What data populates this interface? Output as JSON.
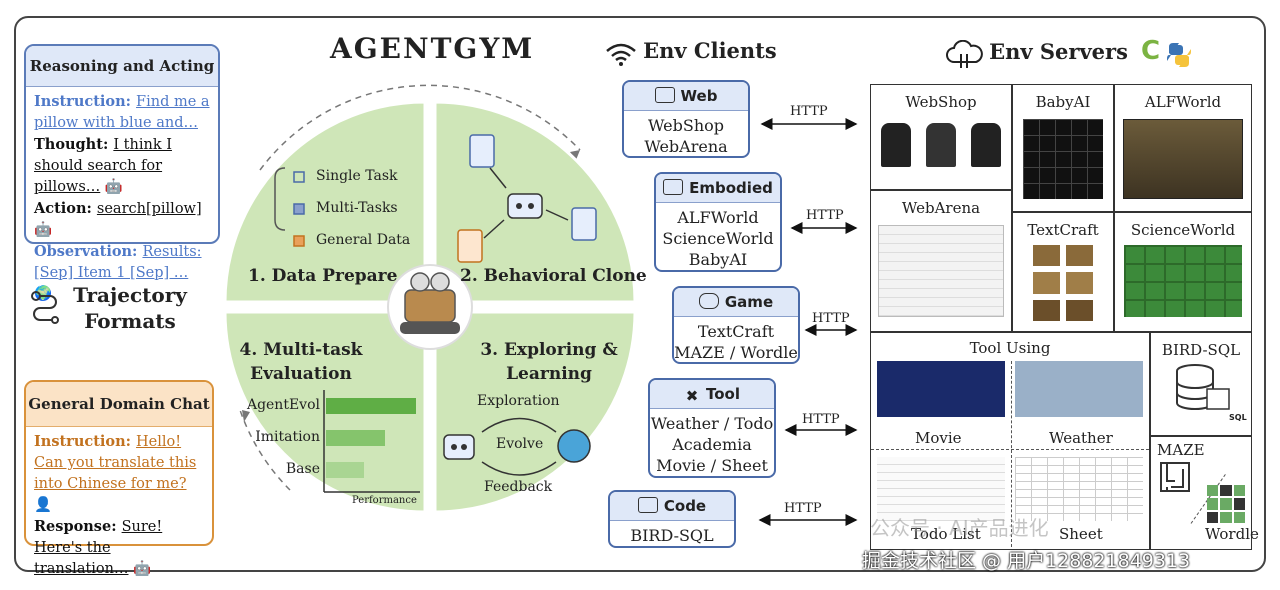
{
  "brand": "AGENTGYM",
  "env_clients_title": "Env Clients",
  "env_servers_title": "Env Servers",
  "reasoning_box": {
    "title": "Reasoning and Acting",
    "instruction_label": "Instruction",
    "instruction_text": "Find me a pillow with blue and…",
    "thought_label": "Thought",
    "thought_text": "I think I should search for pillows…",
    "action_label": "Action",
    "action_text": "search[pillow]",
    "observation_label": "Observation",
    "observation_text": "Results: [Sep] Item 1 [Sep] …"
  },
  "trajectory": {
    "line1": "Trajectory",
    "line2": "Formats"
  },
  "general_box": {
    "title": "General Domain Chat",
    "instruction_label": "Instruction",
    "instruction_text": "Hello! Can you translate this into Chinese for me?",
    "response_label": "Response",
    "response_text": "Sure! Here's the translation…"
  },
  "quadrants": {
    "q1": {
      "title": "1. Data Prepare",
      "items": [
        "Single Task",
        "Multi-Tasks",
        "General Data"
      ]
    },
    "q2": {
      "title": "2. Behavioral Clone"
    },
    "q3": {
      "title_line1": "3. Exploring &",
      "title_line2": "Learning",
      "exploration": "Exploration",
      "evolve": "Evolve",
      "feedback": "Feedback"
    },
    "q4": {
      "title_line1": "4. Multi-task",
      "title_line2": "Evaluation",
      "axis_label": "Performance",
      "bars": [
        {
          "label": "AgentEvol",
          "value": 1.0
        },
        {
          "label": "Imitation",
          "value": 0.65
        },
        {
          "label": "Base",
          "value": 0.42
        }
      ]
    }
  },
  "clients": [
    {
      "name": "Web",
      "lines": [
        "WebShop",
        "WebArena"
      ]
    },
    {
      "name": "Embodied",
      "lines": [
        "ALFWorld",
        "ScienceWorld",
        "BabyAI"
      ]
    },
    {
      "name": "Game",
      "lines": [
        "TextCraft",
        "MAZE / Wordle"
      ]
    },
    {
      "name": "Tool",
      "lines": [
        "Weather / Todo",
        "Academia",
        "Movie / Sheet"
      ]
    },
    {
      "name": "Code",
      "lines": [
        "BIRD-SQL"
      ]
    }
  ],
  "http_label": "HTTP",
  "servers": {
    "webshop": "WebShop",
    "babyai": "BabyAI",
    "alfworld": "ALFWorld",
    "webarena": "WebArena",
    "textcraft": "TextCraft",
    "scienceworld": "ScienceWorld",
    "toolusing": "Tool Using",
    "movie": "Movie",
    "weather": "Weather",
    "todolist": "Todo List",
    "sheet": "Sheet",
    "birdsql": "BIRD-SQL",
    "sql_badge": "SQL",
    "maze": "MAZE",
    "wordle": "Wordle"
  },
  "watermark": {
    "line1": "公众号 · AI产品进化",
    "line2": "掘金技术社区 @ 用户128821849313"
  },
  "colors": {
    "quadrant_fill": "#cfe6b8",
    "bar_fill": "#5fae45",
    "client_border": "#4a6aa8",
    "accent_orange": "#d9923b"
  }
}
